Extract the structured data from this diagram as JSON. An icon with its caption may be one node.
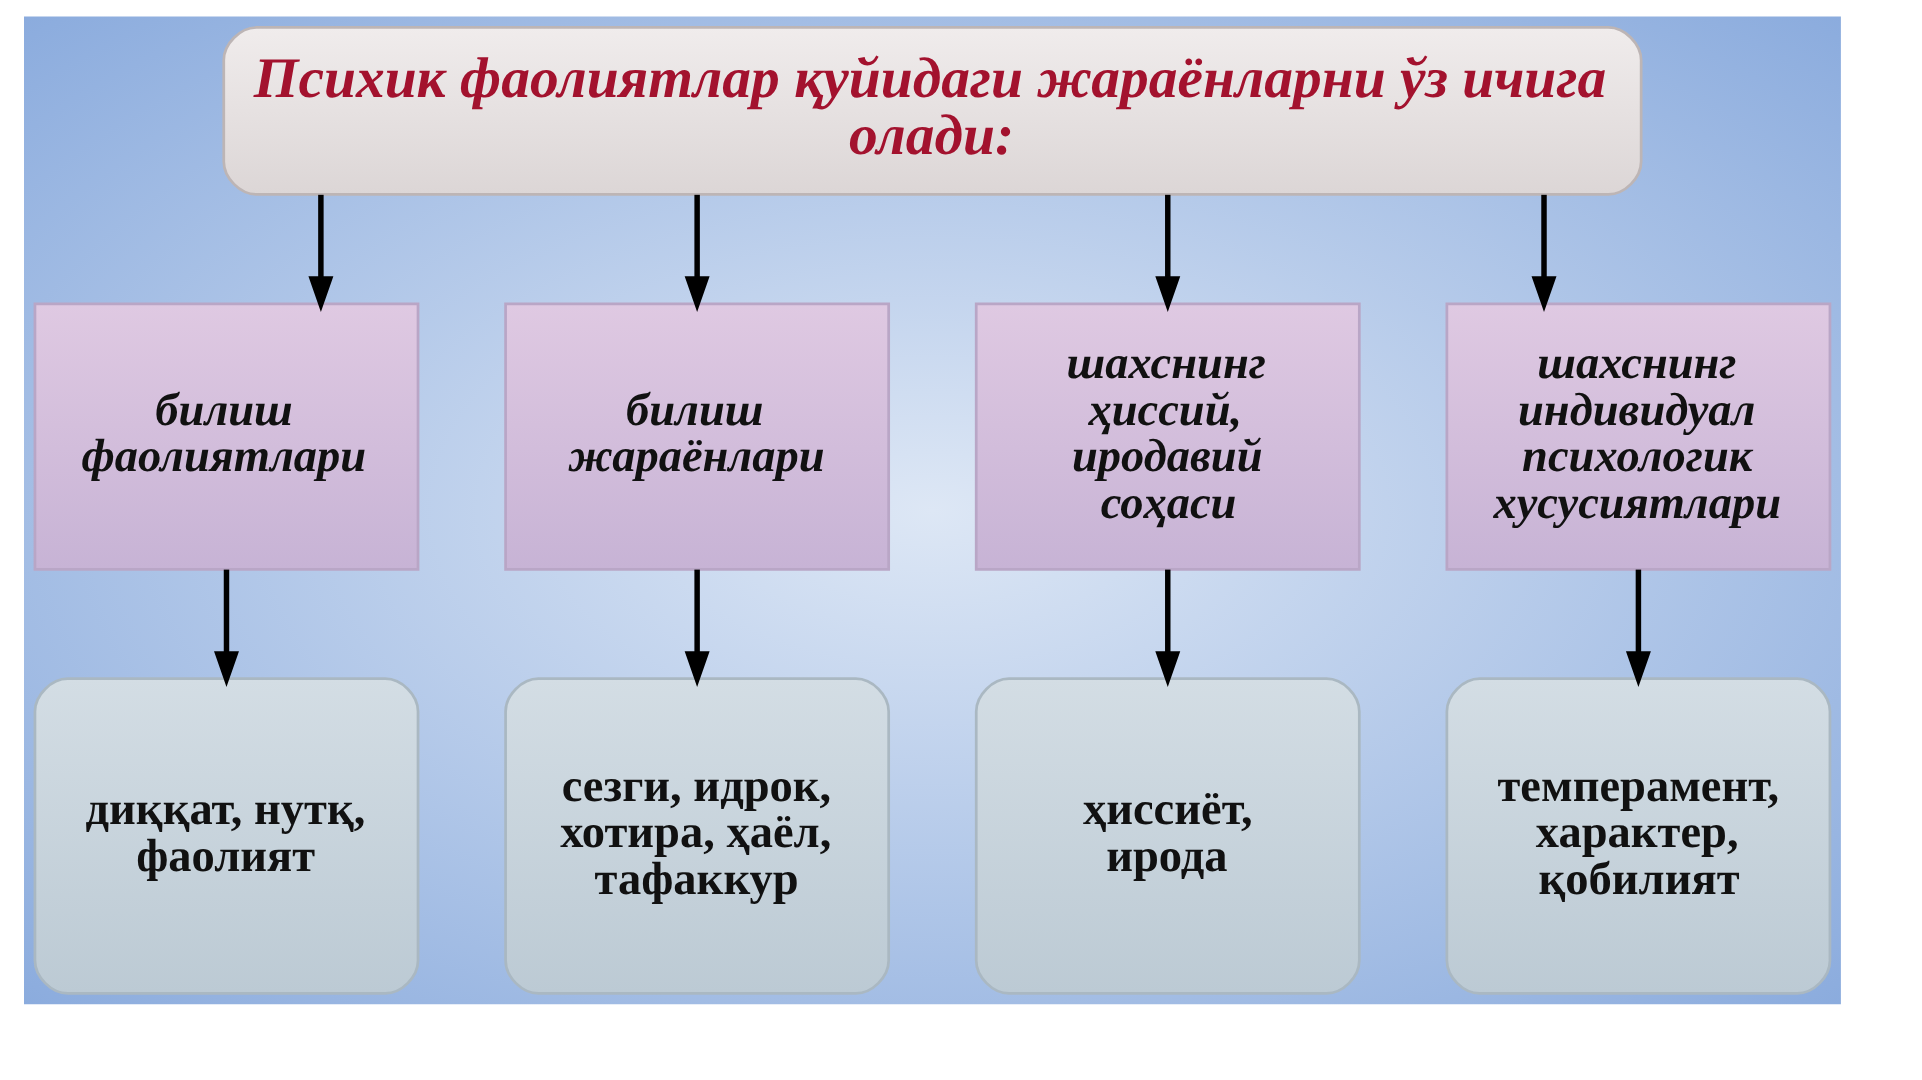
{
  "diagram": {
    "nodes": [
      {
        "text": [
          "Психик фаолиятлар қуйидаги жараёнларни ўз ичига олади:"
        ]
      },
      {
        "text": [
          "билиш фаолиятлари"
        ]
      },
      {
        "text": [
          "билиш жараёнлари"
        ]
      },
      {
        "text": [
          "шахснинг ҳиссий, иродавий соҳаси"
        ]
      },
      {
        "text": [
          "шахснинг индивидуал психологик хусусиятлари"
        ]
      },
      {
        "text": [
          "диққат, нутқ, фаолият"
        ]
      },
      {
        "text": [
          "сезги, идрок, хотира, ҳаёл, тафаккур"
        ]
      },
      {
        "text": [
          "ҳиссиёт, ирода"
        ]
      },
      {
        "text": [
          "темперамент, характер, қобилият"
        ]
      }
    ],
    "edges": [
      {
        "from": 0,
        "to": 1,
        "arrow": "to"
      },
      {
        "from": 0,
        "to": 2,
        "arrow": "to"
      },
      {
        "from": 0,
        "to": 3,
        "arrow": "to"
      },
      {
        "from": 0,
        "to": 4,
        "arrow": "to"
      },
      {
        "from": 1,
        "to": 5,
        "arrow": "to"
      },
      {
        "from": 2,
        "to": 6,
        "arrow": "to"
      },
      {
        "from": 3,
        "to": 7,
        "arrow": "to"
      },
      {
        "from": 4,
        "to": 8,
        "arrow": "to"
      }
    ]
  }
}
